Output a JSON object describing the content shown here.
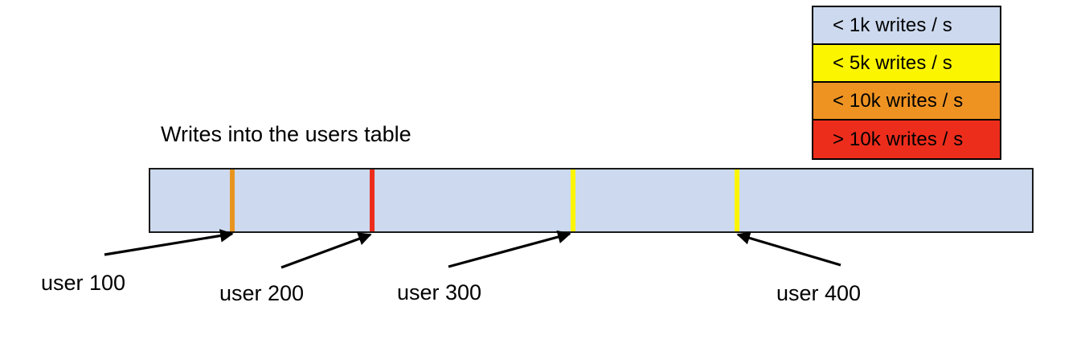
{
  "chart_data": {
    "type": "bar",
    "title": "Writes into the users table",
    "xlabel": "",
    "ylabel": "",
    "description": "A single horizontal range bar representing the users table keyspace, shaded by write throughput, with colored hot-spot stripes at four user boundaries.",
    "bar": {
      "base_color": "#ccd9ee",
      "base_legend_ref": "< 1k writes / s",
      "border_color": "#1a1a1a"
    },
    "categories": [
      "user 100",
      "user 200",
      "user 300",
      "user 400"
    ],
    "markers": [
      {
        "label": "user 100",
        "color": "#e8951f",
        "tier": "< 10k writes / s",
        "position_pct": 9.5
      },
      {
        "label": "user 200",
        "color": "#ed2d1c",
        "tier": "> 10k writes / s",
        "position_pct": 25.1
      },
      {
        "label": "user 300",
        "color": "#fcf500",
        "tier": "< 5k writes / s",
        "position_pct": 47.7
      },
      {
        "label": "user 400",
        "color": "#fcf500",
        "tier": "< 5k writes / s",
        "position_pct": 66.3
      }
    ],
    "legend": {
      "position": "top-right",
      "entries": [
        {
          "label": "< 1k writes / s",
          "color": "#ccd9ee"
        },
        {
          "label": "< 5k writes / s",
          "color": "#fcf500"
        },
        {
          "label": "< 10k writes / s",
          "color": "#ee9322"
        },
        {
          "label": "> 10k writes / s",
          "color": "#ed2d1c"
        }
      ]
    }
  },
  "legend": {
    "rows": [
      {
        "label": "< 1k writes / s",
        "color": "#ccd9ee"
      },
      {
        "label": "< 5k writes / s",
        "color": "#fcf500"
      },
      {
        "label": "< 10k writes / s",
        "color": "#ee9322"
      },
      {
        "label": "> 10k writes / s",
        "color": "#ed2d1c"
      }
    ]
  },
  "title": {
    "text": "Writes into the users table"
  },
  "labels": {
    "user100": "user 100",
    "user200": "user 200",
    "user300": "user 300",
    "user400": "user 400"
  }
}
